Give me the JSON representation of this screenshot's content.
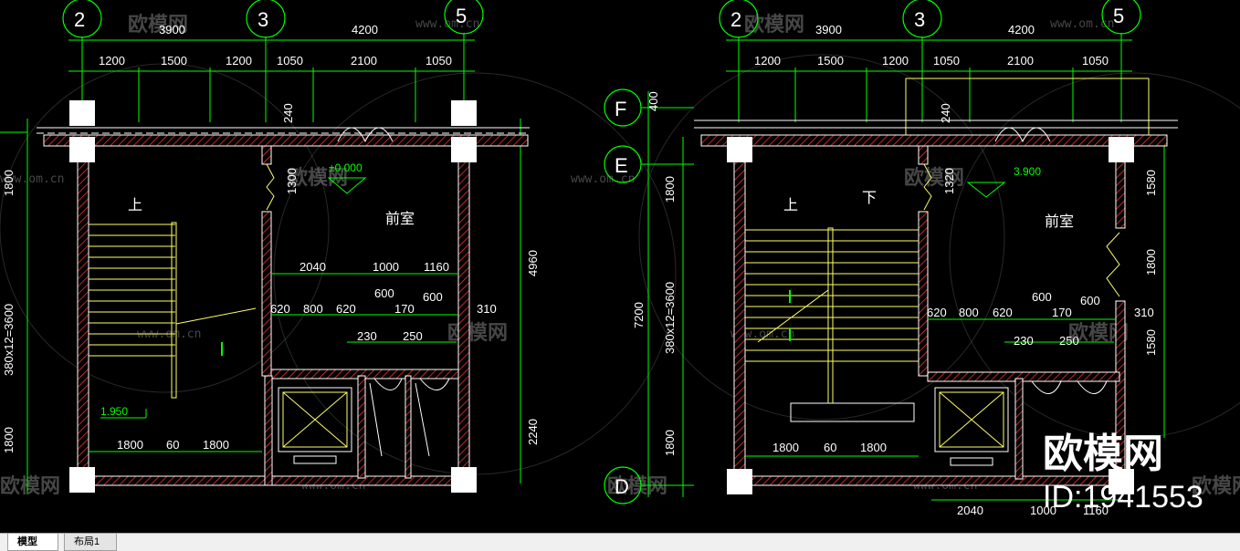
{
  "axes": {
    "a2": "2",
    "a3": "3",
    "a5": "5",
    "aF": "F",
    "aE": "E",
    "aD": "D"
  },
  "dims": {
    "d3900": "3900",
    "d4200": "4200",
    "d1200": "1200",
    "d1500": "1500",
    "d1050": "1050",
    "d2100": "2100",
    "d240": "240",
    "d1800": "1800",
    "d3600": "380x12=3600",
    "d4960": "4960",
    "d2040": "2040",
    "d1000": "1000",
    "d1160": "1160",
    "d620": "620",
    "d800": "800",
    "d600": "600",
    "d170": "170",
    "d310": "310",
    "d230": "230",
    "d250": "250",
    "d2240": "2240",
    "d60": "60",
    "d400": "400",
    "d7200": "7200",
    "d1580": "1580",
    "d1300": "1300",
    "d1320": "1320"
  },
  "labels": {
    "up": "上",
    "down": "下",
    "anteroom": "前室",
    "elev1": "±0.000",
    "elev2": "1.950",
    "elev3": "3.900"
  },
  "watermark": {
    "brand": "欧模网",
    "url": "www.om.cn",
    "id": "ID:1941553"
  },
  "tabs": {
    "model": "模型",
    "layout1": "布局1"
  },
  "colors": {
    "background": "#000000",
    "wall": "#ffffff",
    "hatch": "#ff3333",
    "dimension": "#00ff00",
    "stair": "#ffff66",
    "column": "#ffffff"
  }
}
